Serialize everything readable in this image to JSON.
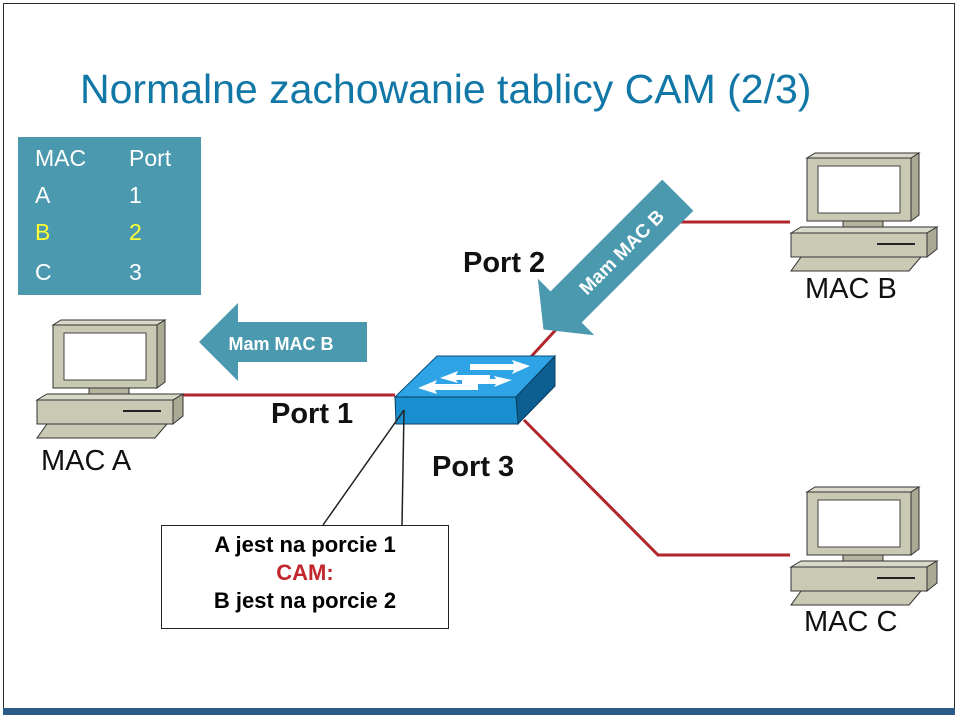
{
  "title": "Normalne zachowanie tablicy CAM (2/3)",
  "cam_table": {
    "headers": [
      "MAC",
      "Port"
    ],
    "rows": [
      [
        "A",
        "1"
      ],
      [
        "B",
        "2"
      ],
      [
        "C",
        "3"
      ]
    ],
    "highlighted_row": 1,
    "colors": {
      "background": "#4b99ae",
      "text": "#ffffff",
      "highlight": "#ffff33"
    }
  },
  "hosts": {
    "a": "MAC A",
    "b": "MAC B",
    "c": "MAC C"
  },
  "ports": {
    "p1": "Port 1",
    "p2": "Port 2",
    "p3": "Port 3"
  },
  "arrows": {
    "incoming": "Mam MAC B",
    "outgoing": "Mam MAC B"
  },
  "info_box": {
    "line1": "A jest na porcie 1",
    "line2": "CAM:",
    "line3": "B jest na porcie 2"
  },
  "colors": {
    "title": "#1177a6",
    "link": "#b0262c",
    "arrow": "#4b99ae",
    "switch": "#1a8fd0"
  },
  "icons": [
    "switch-icon",
    "computer-icon"
  ]
}
